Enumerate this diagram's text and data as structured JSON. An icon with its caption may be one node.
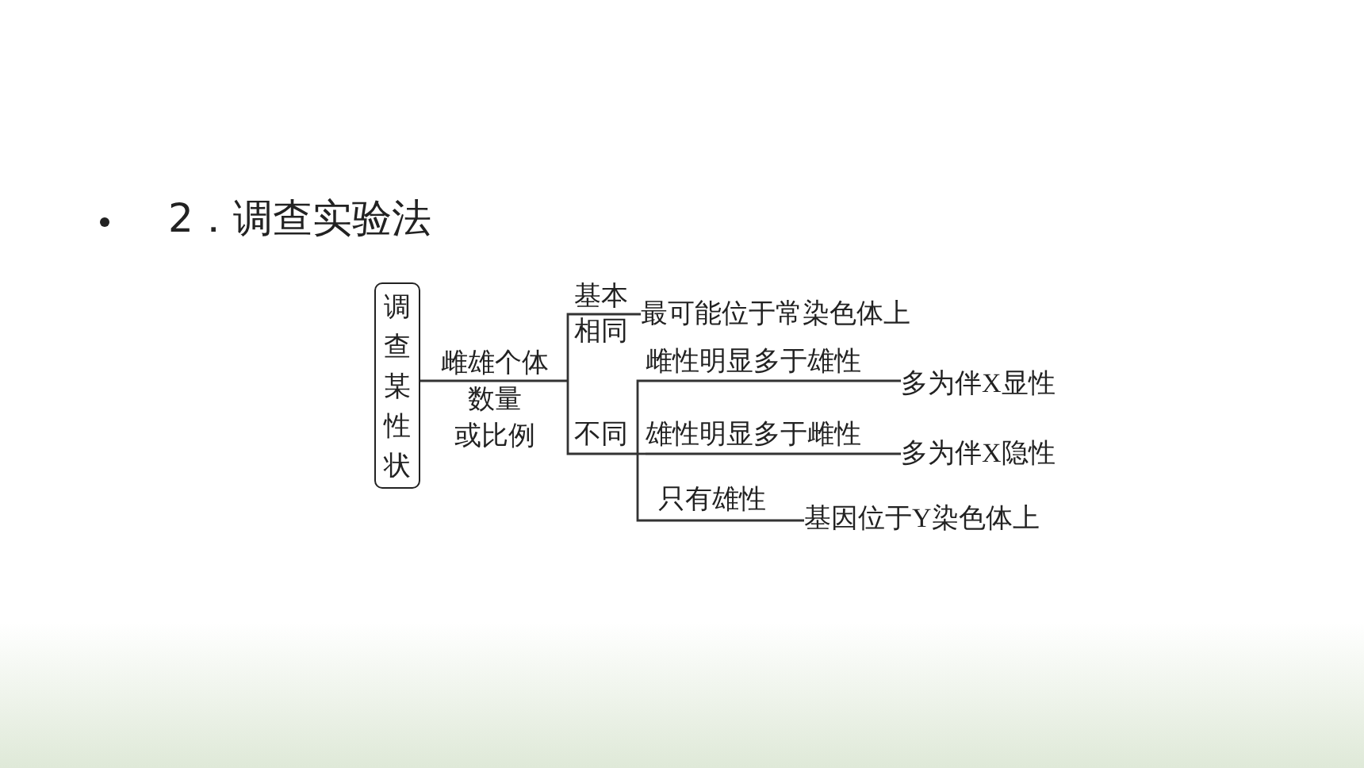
{
  "diagram": {
    "title": "2．调查实验法",
    "nodes": [
      {
        "text": [
          "调查某性状"
        ]
      },
      {
        "text": [
          "雌雄个体数量或比例"
        ]
      },
      {
        "text": [
          "基本相同"
        ]
      },
      {
        "text": [
          "不同"
        ]
      },
      {
        "text": [
          "最可能位于常染色体上"
        ]
      },
      {
        "text": [
          "雌性明显多于雄性"
        ]
      },
      {
        "text": [
          "多为伴X显性"
        ]
      },
      {
        "text": [
          "雄性明显多于雌性"
        ]
      },
      {
        "text": [
          "多为伴X隐性"
        ]
      },
      {
        "text": [
          "只有雄性"
        ]
      },
      {
        "text": [
          "基因位于Y染色体上"
        ]
      }
    ],
    "edges": [
      {
        "from": 0,
        "to": 1,
        "arrow": "none"
      },
      {
        "from": 1,
        "to": 2,
        "arrow": "none"
      },
      {
        "from": 1,
        "to": 3,
        "arrow": "none"
      },
      {
        "from": 2,
        "to": 4,
        "arrow": "none"
      },
      {
        "from": 3,
        "to": 5,
        "arrow": "none"
      },
      {
        "from": 5,
        "to": 6,
        "arrow": "none"
      },
      {
        "from": 3,
        "to": 7,
        "arrow": "none"
      },
      {
        "from": 7,
        "to": 8,
        "arrow": "none"
      },
      {
        "from": 3,
        "to": 9,
        "arrow": "none"
      },
      {
        "from": 9,
        "to": 10,
        "arrow": "none"
      }
    ]
  }
}
